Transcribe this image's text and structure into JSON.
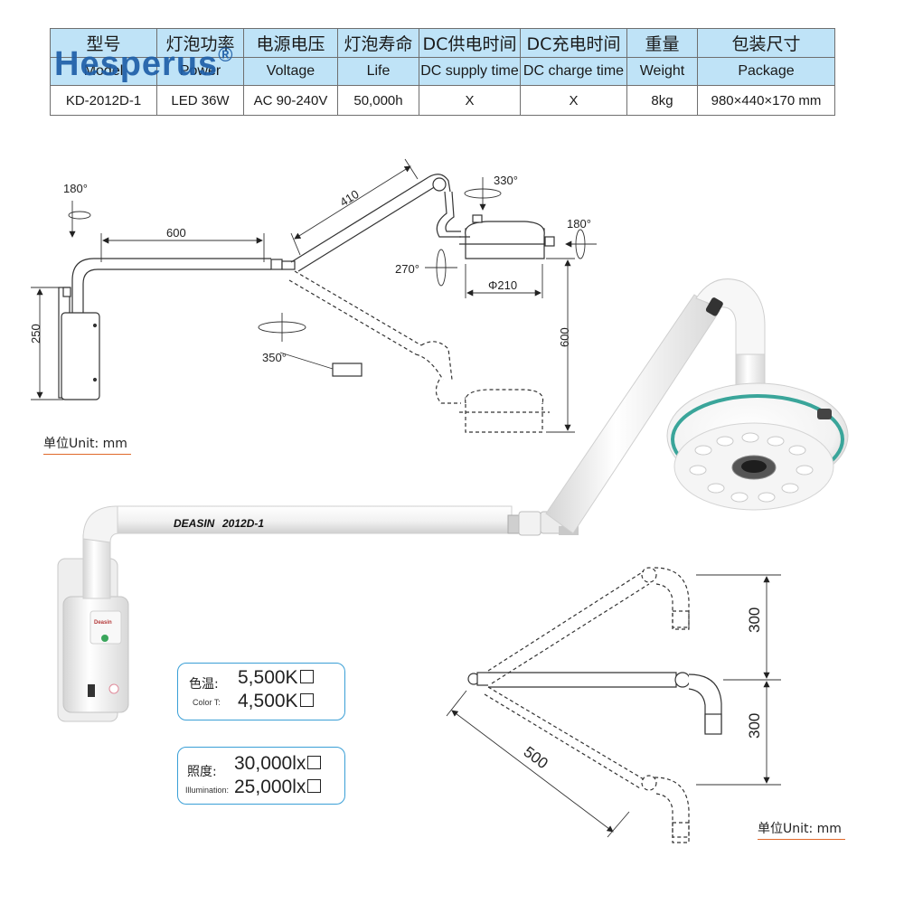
{
  "watermark": "Hesperus",
  "watermark_mark": "®",
  "spec_table": {
    "headers_cn": [
      "型号",
      "灯泡功率",
      "电源电压",
      "灯泡寿命",
      "DC供电时间",
      "DC充电时间",
      "重量",
      "包装尺寸"
    ],
    "headers_en": [
      "Model",
      "Power",
      "Voltage",
      "Life",
      "DC supply time",
      "DC charge time",
      "Weight",
      "Package"
    ],
    "values": [
      "KD-2012D-1",
      "LED 36W",
      "AC 90-240V",
      "50,000h",
      "X",
      "X",
      "8kg",
      "980×440×170 mm"
    ]
  },
  "top_drawing": {
    "rot_wall": "180°",
    "arm_length": "600",
    "upper_arm_length": "410",
    "rot_joint": "330°",
    "rot_head_tilt": "270°",
    "rot_head": "180°",
    "head_diameter": "Φ210",
    "drop_height": "600",
    "wall_height": "250",
    "rot_arm": "350°",
    "unit_label": "单位Unit:  mm"
  },
  "product": {
    "brand": "DEASIN",
    "model": "2012D-1",
    "box_label": "Deasin"
  },
  "bottom_drawing": {
    "upper_travel": "300",
    "lower_travel": "300",
    "arm_length": "500",
    "unit_label": "单位Unit:  mm"
  },
  "color_temp": {
    "label_cn": "色温:",
    "label_en": "Color T:",
    "options": [
      "5,500K",
      "4,500K"
    ]
  },
  "illumination": {
    "label_cn": "照度:",
    "label_en": "Illumination:",
    "options": [
      "30,000lx",
      "25,000lx"
    ]
  }
}
